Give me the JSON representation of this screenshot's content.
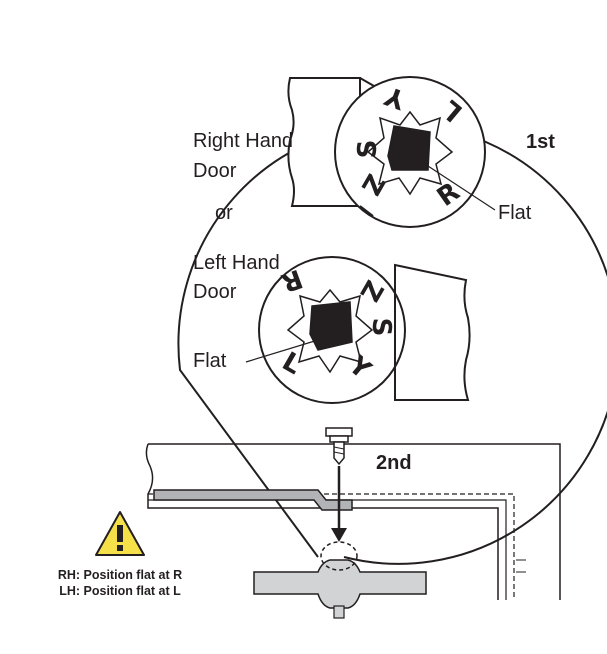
{
  "labels": {
    "right_hand_door_1": "Right Hand",
    "right_hand_door_2": "Door",
    "or": "or",
    "left_hand_door_1": "Left Hand",
    "left_hand_door_2": "Door",
    "flat_top": "Flat",
    "flat_bottom": "Flat",
    "step_first": "1st",
    "step_second": "2nd"
  },
  "dial_letters": {
    "right_hand": {
      "top": "Y",
      "top_right": "L",
      "left": "S",
      "bottom": "Z",
      "bottom_right": "R"
    },
    "left_hand": {
      "top_left": "R",
      "right_top": "Z",
      "right": "S",
      "bottom_right": "Y",
      "bottom_left": "L"
    }
  },
  "warning": {
    "icon": "warning-triangle-icon",
    "line1": "RH: Position flat at R",
    "line2": "LH: Position flat at L"
  },
  "colors": {
    "line": "#231f20",
    "warning_fill": "#f5e04a",
    "part_fill": "#d1d3d4",
    "arm_fill": "#b1b3b6",
    "key_fill": "#231f20"
  }
}
